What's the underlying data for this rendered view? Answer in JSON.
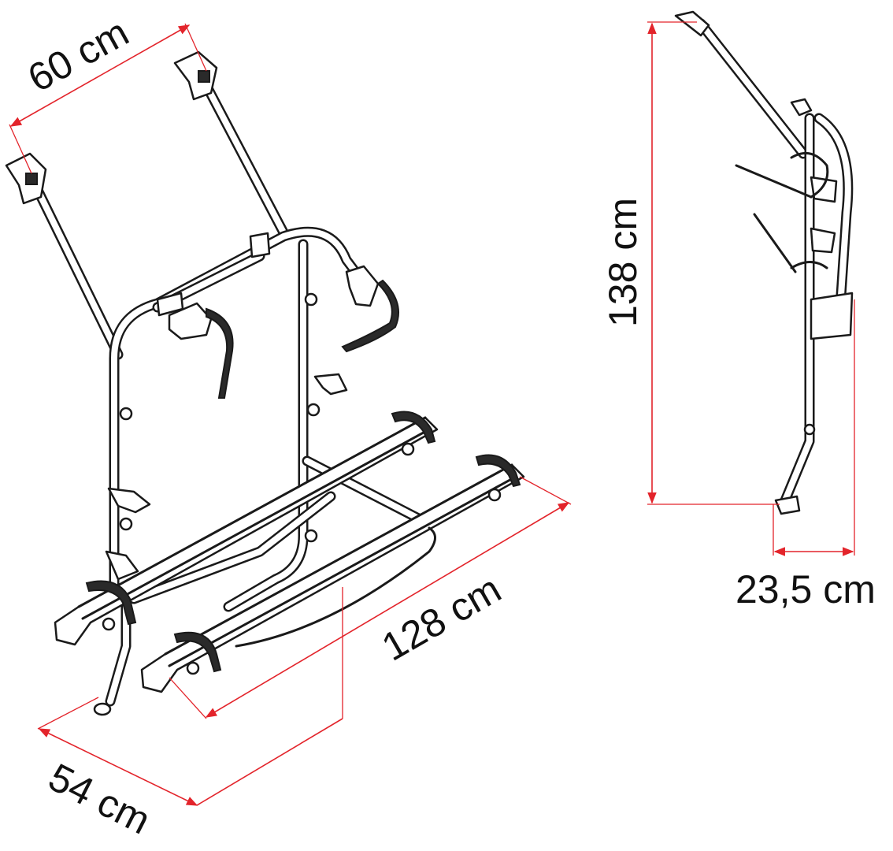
{
  "dimensions": {
    "width_top": "60 cm",
    "length": "128 cm",
    "width_bottom": "54 cm",
    "height": "138 cm",
    "depth": "23,5 cm"
  },
  "colors": {
    "dimension_lines": "#e3242b",
    "outline": "#1a1a1a",
    "background": "#ffffff"
  }
}
